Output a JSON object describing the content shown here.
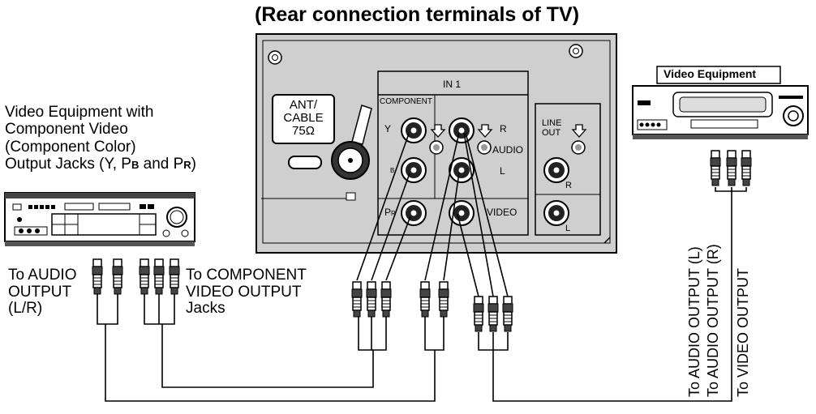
{
  "title": "(Rear connection terminals of TV)",
  "left_device": {
    "caption": [
      "Video Equipment with",
      "Component Video",
      "(Component Color)",
      "Output Jacks (Y, P",
      " and P",
      ")"
    ],
    "caption_sub_b": "B",
    "caption_sub_r": "R"
  },
  "right_device": {
    "label": "Video Equipment"
  },
  "tv_panel": {
    "ant_label": [
      "ANT/",
      "CABLE",
      "75Ω"
    ],
    "in1": "IN 1",
    "component": "COMPONENT",
    "y": "Y",
    "pb_sub": "B",
    "pr": "P",
    "pr_sub": "R",
    "audio_r": "R",
    "audio": "AUDIO",
    "audio_l": "L",
    "video": "VIDEO",
    "line_out": [
      "LINE",
      "OUT"
    ],
    "line_r": "R",
    "line_l": "L"
  },
  "labels": {
    "to_audio_output_lr": [
      "To AUDIO",
      "OUTPUT",
      "(L/R)"
    ],
    "to_component": [
      "To COMPONENT",
      "VIDEO OUTPUT",
      "Jacks"
    ],
    "vertical": [
      "To AUDIO OUTPUT (L)",
      "To AUDIO OUTPUT (R)",
      "To VIDEO OUTPUT"
    ]
  }
}
